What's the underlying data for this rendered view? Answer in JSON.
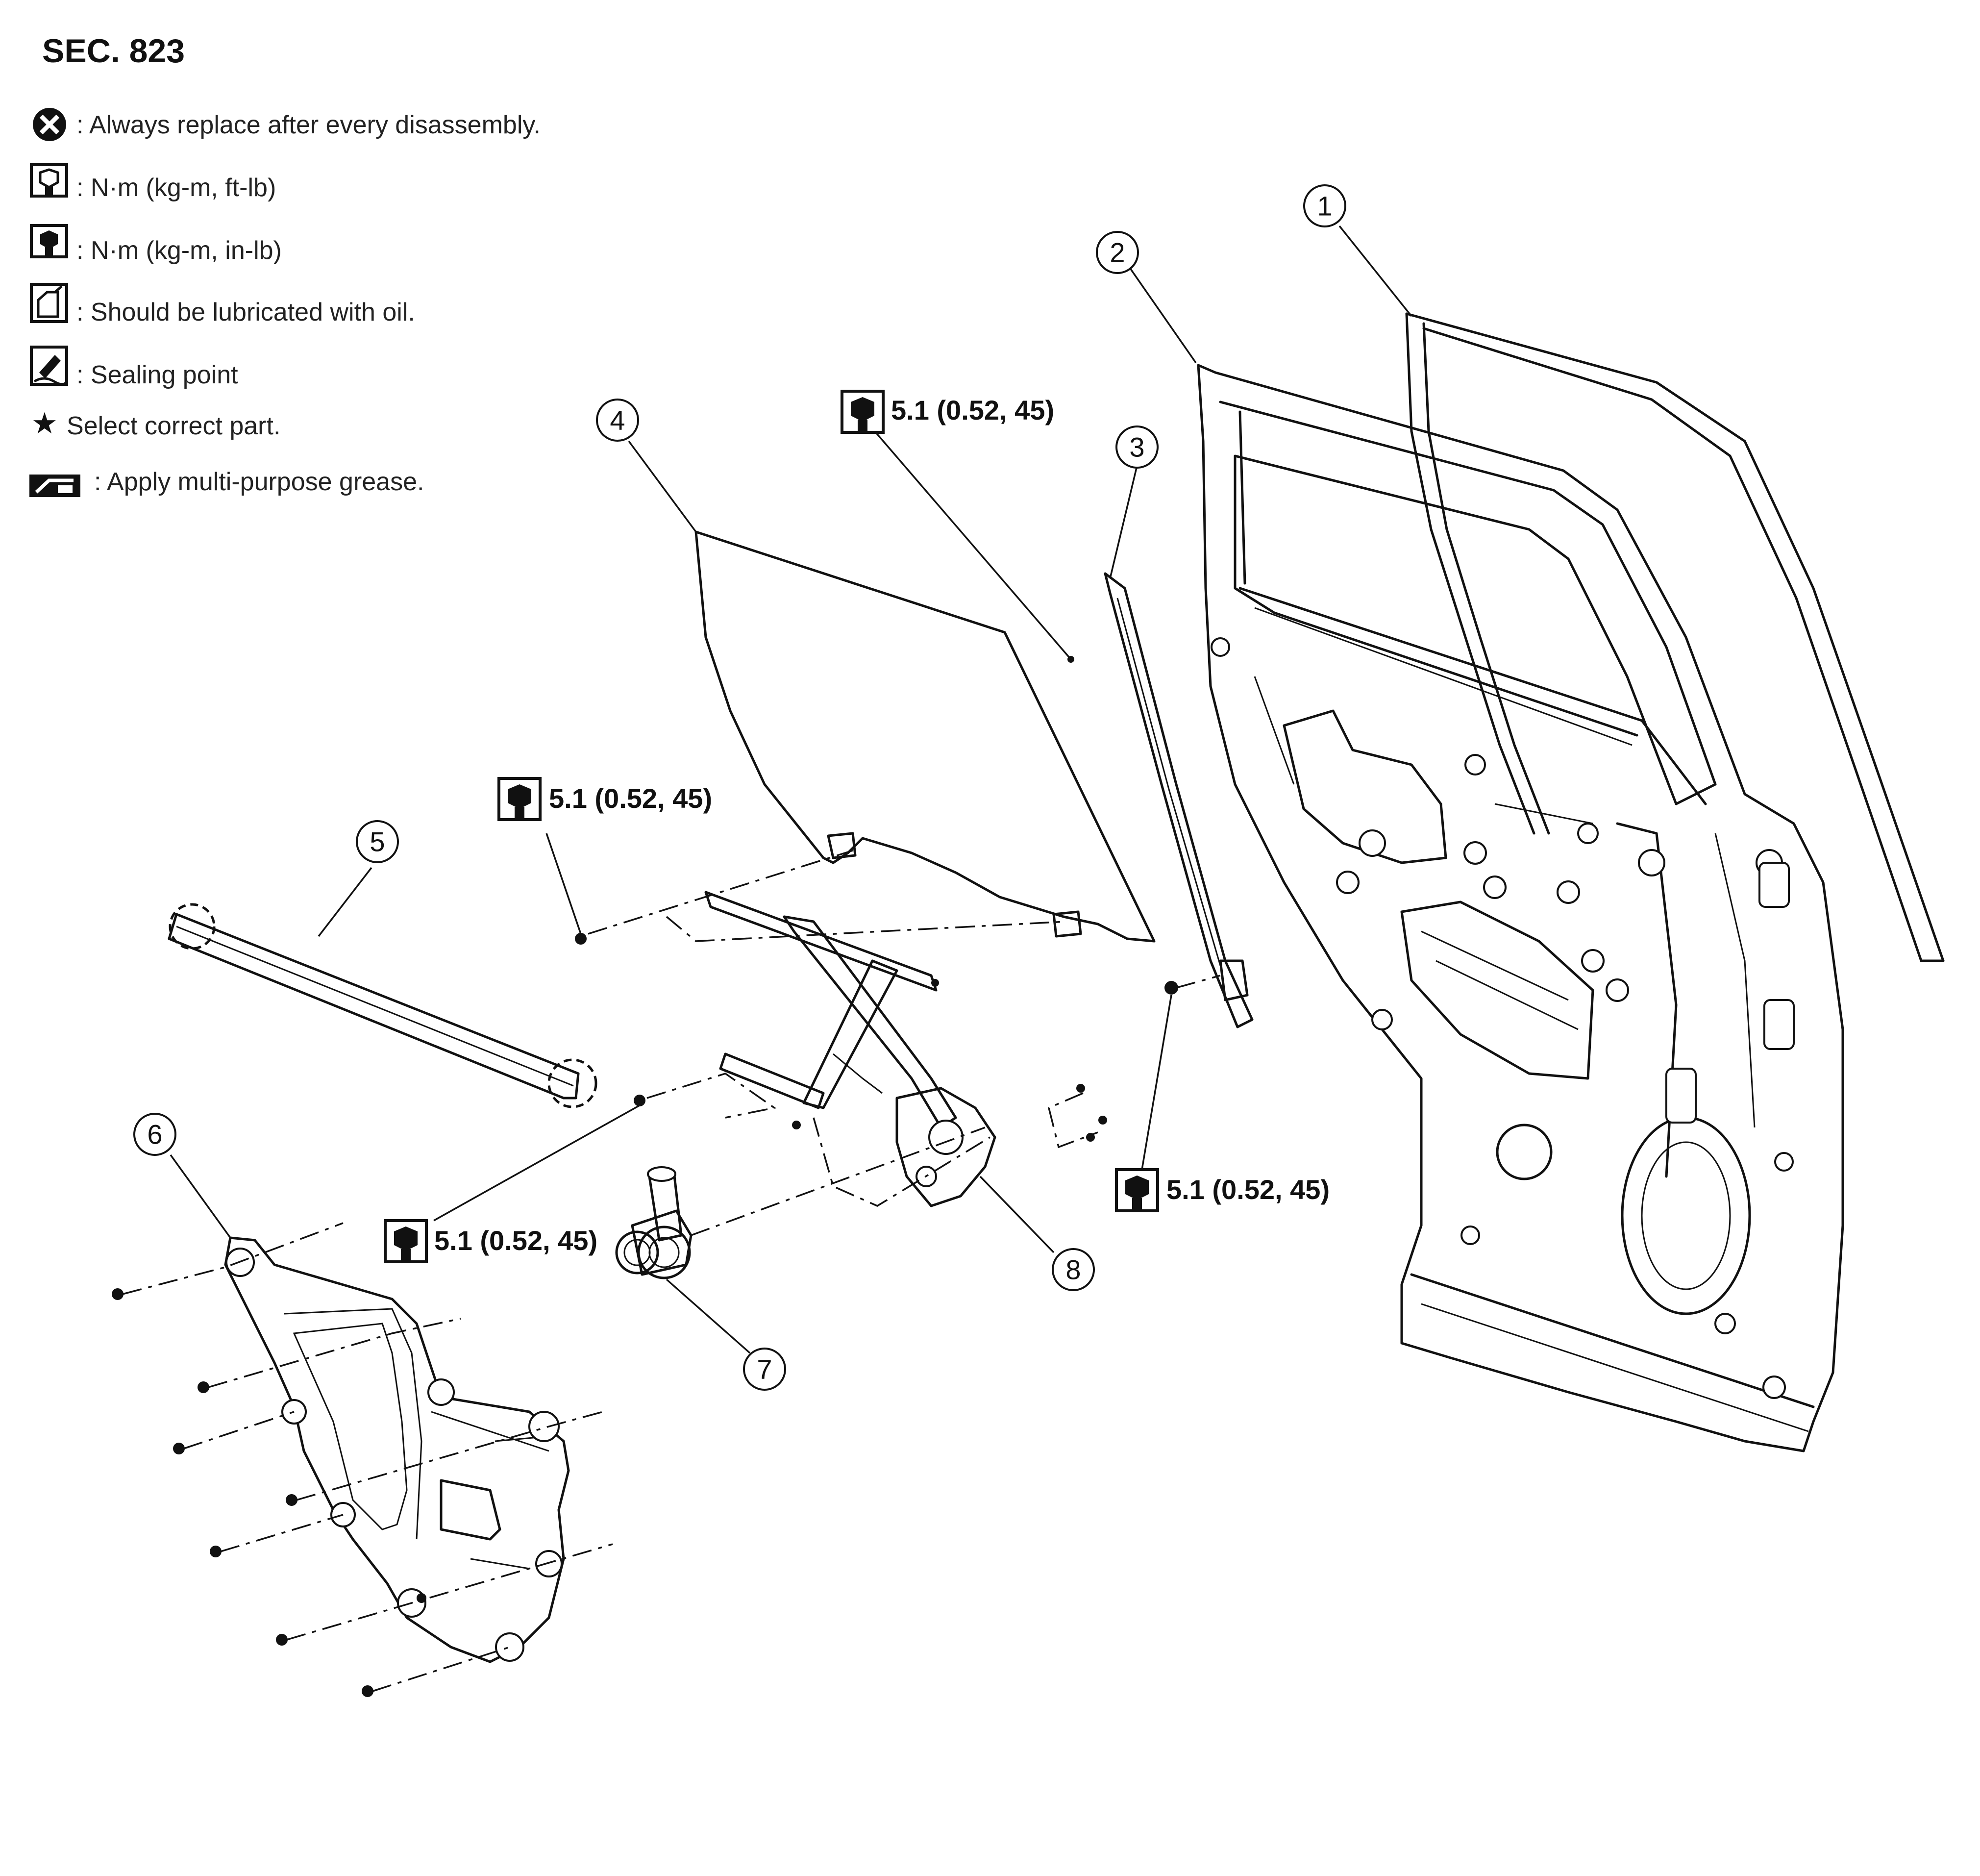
{
  "section": "SEC. 823",
  "legend": [
    {
      "icon": "always-replace-icon",
      "text": ": Always replace after every disassembly."
    },
    {
      "icon": "torque-ft-lb-icon",
      "text": ": N·m (kg-m, ft-lb)"
    },
    {
      "icon": "torque-in-lb-icon",
      "text": ": N·m (kg-m, in-lb)"
    },
    {
      "icon": "oil-can-icon",
      "text": ": Should be lubricated with oil."
    },
    {
      "icon": "sealing-point-icon",
      "text": ": Sealing point"
    },
    {
      "icon": "star-icon",
      "text": "Select correct part."
    },
    {
      "icon": "grease-icon",
      "text": ": Apply multi-purpose grease."
    }
  ],
  "torque_labels": {
    "glass_bolt": "5.1 (0.52, 45)",
    "regulator_upper": "5.1 (0.52, 45)",
    "sash_bolt": "5.1 (0.52, 45)",
    "motor_bolt": "5.1 (0.52, 45)"
  },
  "callouts": {
    "c1": "1",
    "c2": "2",
    "c3": "3",
    "c4": "4",
    "c5": "5",
    "c6": "6",
    "c7": "7",
    "c8": "8"
  }
}
